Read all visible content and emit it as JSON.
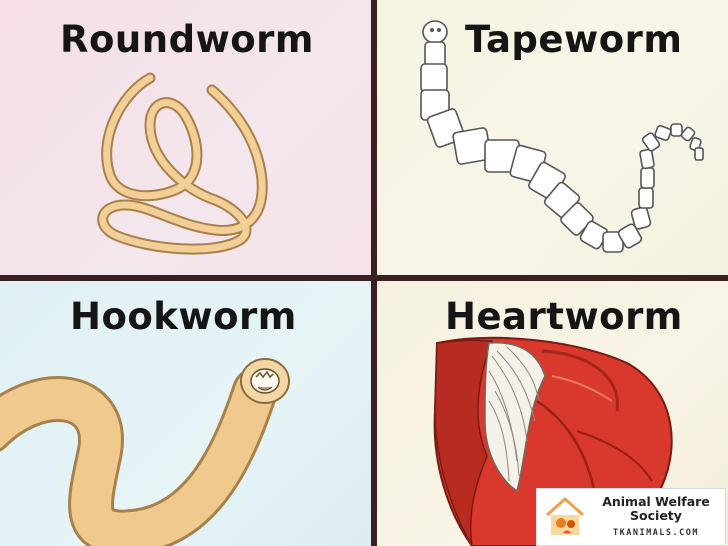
{
  "panels": {
    "roundworm": {
      "title": "Roundworm"
    },
    "tapeworm": {
      "title": "Tapeworm"
    },
    "hookworm": {
      "title": "Hookworm"
    },
    "heartworm": {
      "title": "Heartworm"
    }
  },
  "badge": {
    "name": "Animal Welfare Society",
    "site": "TKANIMALS.COM"
  },
  "colors": {
    "divider": "#3a2020",
    "worm_fill": "#f1cf96",
    "worm_outline": "#a8814a",
    "heart_red": "#d8392c",
    "tapeworm_segment": "#ffffff"
  }
}
